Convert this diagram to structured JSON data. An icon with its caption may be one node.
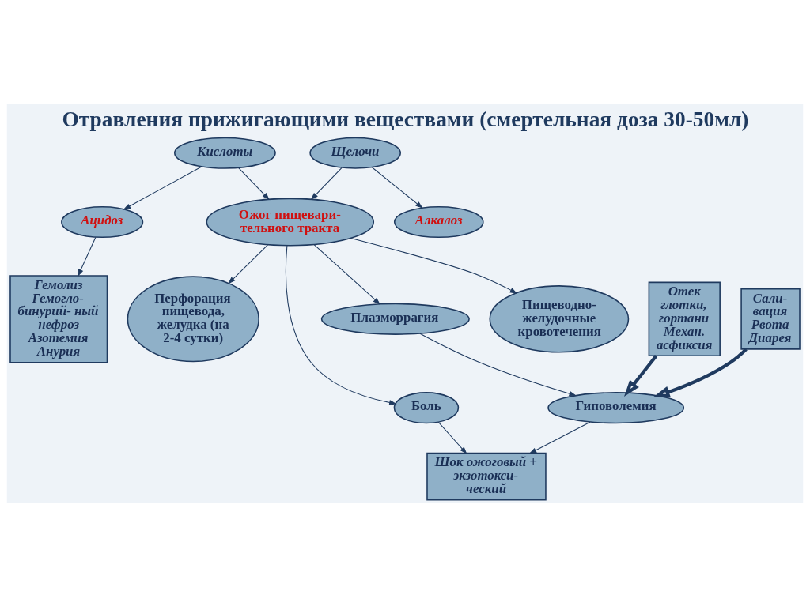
{
  "diagram": {
    "title": "Отравления прижигающими веществами (смертельная доза 30-50мл)",
    "nodes": [
      {
        "text": [
          "Кислоты"
        ]
      },
      {
        "text": [
          "Щелочи"
        ]
      },
      {
        "text": [
          "Ацидоз"
        ]
      },
      {
        "text": [
          "Ожог пищевари- тельного тракта"
        ]
      },
      {
        "text": [
          "Алкалоз"
        ]
      },
      {
        "text": [
          "Перфорация пищевода, желудка (на 2-4 сутки)"
        ]
      },
      {
        "text": [
          "Гемолиз",
          "Гемогло- бинурий- ный нефроз",
          "Азотемия",
          "Анурия"
        ]
      },
      {
        "text": [
          "Боль"
        ]
      },
      {
        "text": [
          "Плазморрагия"
        ]
      },
      {
        "text": [
          "Гиповолемия"
        ]
      },
      {
        "text": [
          "Пищеводно- желудочные кровотечения"
        ]
      },
      {
        "text": [
          "Шок ожоговый + экзотокси- ческий"
        ]
      },
      {
        "text": [
          "Отек глотки, гортани Механ. асфиксия"
        ]
      },
      {
        "text": [
          "Сали- вация Рвота Диарея"
        ]
      }
    ],
    "edges": [
      {
        "from": 0,
        "to": 2,
        "arrow": "to"
      },
      {
        "from": 0,
        "to": 3,
        "arrow": "to"
      },
      {
        "from": 1,
        "to": 3,
        "arrow": "to"
      },
      {
        "from": 1,
        "to": 4,
        "arrow": "to"
      },
      {
        "from": 2,
        "to": 6,
        "arrow": "to"
      },
      {
        "from": 3,
        "to": 7,
        "arrow": "to"
      },
      {
        "from": 3,
        "to": 8,
        "arrow": "to"
      },
      {
        "from": 3,
        "to": 5,
        "arrow": "to"
      },
      {
        "from": 3,
        "to": 10,
        "arrow": "to"
      },
      {
        "from": 8,
        "to": 9,
        "arrow": "to"
      },
      {
        "from": 7,
        "to": 11,
        "arrow": "to"
      },
      {
        "from": 9,
        "to": 11,
        "arrow": "to"
      },
      {
        "from": 12,
        "to": 9,
        "arrow": "to",
        "style": "thick"
      },
      {
        "from": 13,
        "to": 9,
        "arrow": "to",
        "style": "thick"
      }
    ]
  }
}
